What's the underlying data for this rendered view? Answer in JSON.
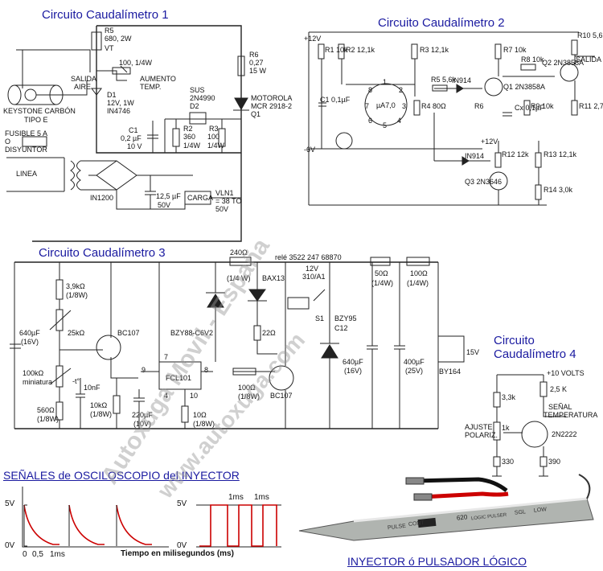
{
  "titles": {
    "c1": "Circuito Caudalímetro 1",
    "c2": "Circuito Caudalímetro 2",
    "c3": "Circuito Caudalímetro 3",
    "c4a": "Circuito",
    "c4b": "Caudalímetro 4"
  },
  "circuit1": {
    "r5a": "R5",
    "r5b": "680, 2W",
    "vt": "VT",
    "salida_a": "SALIDA",
    "salida_b": "AIRE",
    "pot_a": "100, 1/4W",
    "pot_b": "AUMENTO",
    "pot_c": "TEMP.",
    "keystone_a": "KEYSTONE CARBÓN",
    "keystone_b": "TIPO E",
    "d1a": "D1",
    "d1b": "12V, 1W",
    "d1c": "IN4746",
    "sus_a": "SUS",
    "sus_b": "2N4990",
    "sus_c": "D2",
    "r6a": "R6",
    "r6b": "0,27",
    "r6c": "15 W",
    "moto_a": "MOTOROLA",
    "moto_b": "MCR 2918-2",
    "moto_c": "Q1",
    "c1a": "C1",
    "c1b": "0,2 µF",
    "c1c": "10 V",
    "r2a": "R2",
    "r2b": "360",
    "r2c": "1/4W",
    "r3a": "R3",
    "r3b": "100",
    "r3c": "1/4W",
    "fusible_a": "FUSIBLE 5 A",
    "fusible_b": "O",
    "fusible_c": "DISYUNTOR",
    "linea": "LINEA",
    "bridge": "IN1200",
    "cap": "12,5 µF",
    "cap_v": "50V",
    "carga": "CARGA",
    "vln_a": "VLN1",
    "vln_b": "= 38 TO",
    "vln_c": "50V"
  },
  "circuit2": {
    "v12a": "+12V",
    "v6": "-6V",
    "v12b": "+12V",
    "r1": "R1 10k",
    "r2": "R2 12,1k",
    "r3": "R3 12,1k",
    "r7": "R7 10k",
    "r8": "R8 10k",
    "r10": "R10 5,6k",
    "salida": "SALIDA",
    "q2": "Q2 2N3858A",
    "q1": "Q1 2N3858A",
    "r5": "R5 5,6k",
    "in914a": "IN914",
    "r6": "R6",
    "r4": "R4 80Ω",
    "ua": "µA7,0",
    "c1": "C1 0,1µF",
    "cx": "Cx 0,1µF",
    "r9": "R9 10k",
    "r11": "R11 2,7k",
    "in914b": "IN914",
    "r12": "R12 12k",
    "r13": "R13 12,1k",
    "q3": "Q3 2N3646",
    "r14": "R14 3,0k",
    "pins": [
      "1",
      "2",
      "3",
      "4",
      "5",
      "6",
      "7",
      "8"
    ]
  },
  "circuit3": {
    "r240a": "240Ω",
    "r240b": "(1/4 W)",
    "rele": "relé 3522 247 68870",
    "rele_v": "12V",
    "rele_b": "310/A1",
    "s1": "S1",
    "bax": "BAX13",
    "r50a": "50Ω",
    "r50b": "(1/4W)",
    "r100a": "100Ω",
    "r100b": "(1/4W)",
    "r39a": "3,9kΩ",
    "r39b": "(1/8W)",
    "r25": "25kΩ",
    "bc107a": "BC107",
    "bzy88": "BZY88-C6V2",
    "r22": "22Ω",
    "bzy95": "BZY95",
    "bzy95b": "C12",
    "c640a": "640µF",
    "c640b": "(16V)",
    "ntc_a": "100kΩ",
    "ntc_b": "miniatura",
    "ntc_t": "-t°",
    "pin7": "7",
    "pin9": "9",
    "pin8": "8",
    "fcl": "FCL101",
    "pin4": "4",
    "pin10": "10",
    "r100c": "100Ω",
    "r100d": "(1/8W)",
    "bc107b": "BC107",
    "c640c": "640µF",
    "c640d": "(16V)",
    "c400a": "400µF",
    "c400b": "(25V)",
    "v15": "15V",
    "by164": "BY164",
    "c10n": "10nF",
    "r10ka": "10kΩ",
    "r10kb": "(1/8W)",
    "c220a": "220µF",
    "c220b": "(10V)",
    "r10a": "10Ω",
    "r10b": "(1/8W)",
    "r560a": "560Ω",
    "r560b": "(1/8W)"
  },
  "circuit4": {
    "v10": "+10 VOLTS",
    "r25k": "2,5 K",
    "r33k": "3,3k",
    "senal_a": "SEÑAL",
    "senal_b": "TEMPERATURA",
    "ajuste_a": "AJUSTE",
    "ajuste_b": "POLARIZ.",
    "r1k": "1k",
    "q": "2N2222",
    "r330": "330",
    "r390": "390"
  },
  "oscilloscope": {
    "title": "SEÑALES de OSCILOSCOPIO del INYECTOR",
    "y5a": "5V",
    "y0a": "0V",
    "x0": "0",
    "x05": "0,5",
    "x1": "1ms",
    "xlabel": "Tiempo en milisegundos (ms)",
    "y5b": "5V",
    "y0b": "0V",
    "ms1": "1ms",
    "ms2": "1ms"
  },
  "injector": {
    "title": "INYECTOR ó PULSADOR LÓGICO",
    "brand": "620",
    "label": "LOGIC PULSER",
    "pulse": "PULSE",
    "cont": "CONT",
    "single": "SGL",
    "low": "LOW"
  },
  "watermark": {
    "line1": "Autoxuga Movil - España",
    "line2": "www.autoxuga.com"
  },
  "colors": {
    "title": "#1a1aa0",
    "red_wave": "#cc0000",
    "watermark": "#999999"
  }
}
